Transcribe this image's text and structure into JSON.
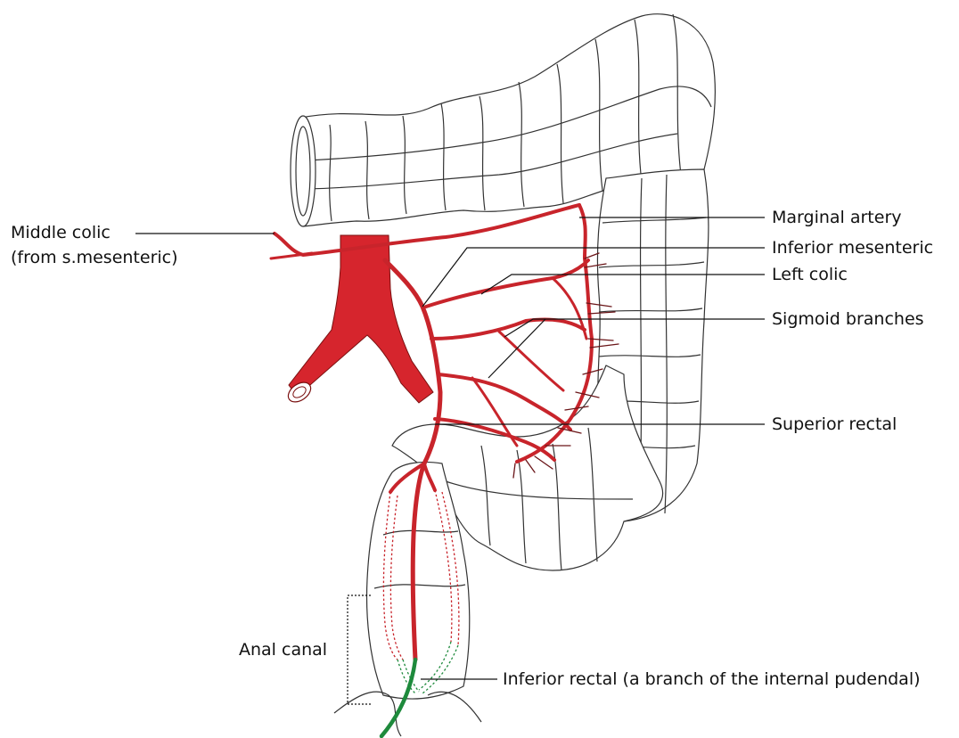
{
  "colors": {
    "artery": "#c8242b",
    "artery_dark": "#8a1419",
    "aorta": "#d6252d",
    "venous_green": "#1e8a3c",
    "outline": "#333333",
    "leader": "#111111"
  },
  "labels": {
    "middle_colic_line1": "Middle colic",
    "middle_colic_line2": "(from s.mesenteric)",
    "marginal_artery": "Marginal artery",
    "inferior_mesenteric": "Inferior mesenteric",
    "left_colic": "Left colic",
    "sigmoid_branches": "Sigmoid branches",
    "superior_rectal": "Superior rectal",
    "anal_canal": "Anal canal",
    "inferior_rectal": "Inferior rectal (a branch of the internal pudendal)"
  }
}
